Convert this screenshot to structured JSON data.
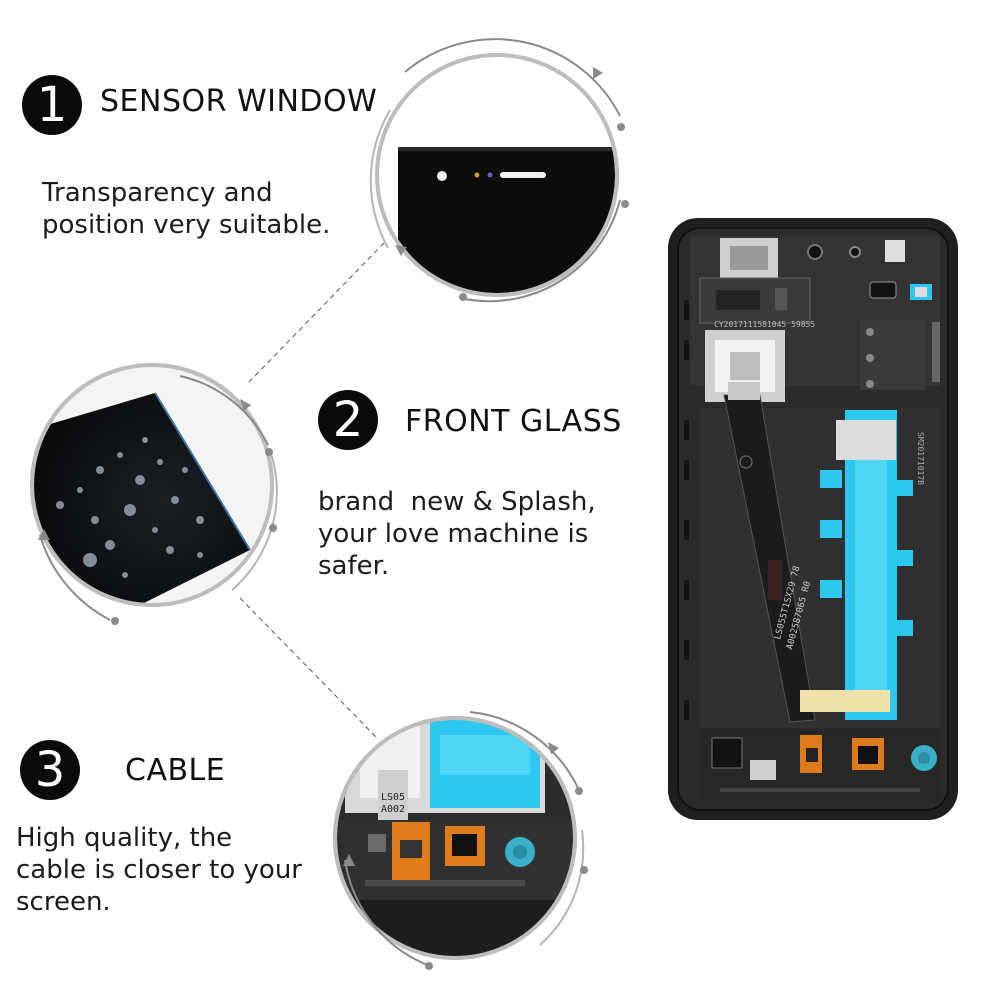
{
  "features": [
    {
      "number": "1",
      "title": "SENSOR WINDOW",
      "description_lines": [
        "Transparency and",
        "position very suitable."
      ]
    },
    {
      "number": "2",
      "title": "FRONT GLASS",
      "description_lines": [
        "brand  new & Splash,",
        "your love machine is",
        "safer."
      ]
    },
    {
      "number": "3",
      "title": "CABLE",
      "description_lines": [
        "High quality, the",
        "cable is closer to your",
        "screen."
      ]
    }
  ],
  "phone_labels": {
    "label_top": "CY2017111581045 59855",
    "label_side": "SM20171017B",
    "label_flex_1": "LS055T1SX29 78",
    "label_flex_2": "A002587065 R0",
    "label_cable_zoom": "LS05",
    "label_cable_zoom_2": "A002"
  },
  "colors": {
    "badge": "#0a0a0a",
    "ring": "#8a8a8a",
    "flex_blue": "#2ec7f0",
    "frame": "#1f1f1f",
    "orange": "#e07b1a"
  }
}
